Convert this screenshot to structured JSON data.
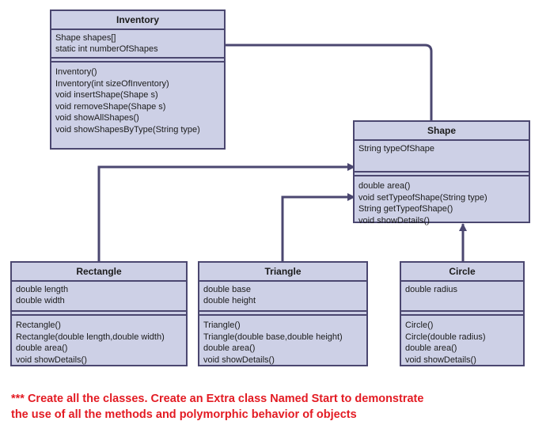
{
  "classes": {
    "inventory": {
      "name": "Inventory",
      "attributes": [
        "Shape shapes[]",
        "static int numberOfShapes"
      ],
      "methods": [
        "Inventory()",
        "Inventory(int sizeOfInventory)",
        "void insertShape(Shape s)",
        "void removeShape(Shape s)",
        "void showAllShapes()",
        "void showShapesByType(String type)"
      ]
    },
    "shape": {
      "name": "Shape",
      "attributes": [
        "String typeOfShape"
      ],
      "methods": [
        "double area()",
        "void setTypeofShape(String type)",
        "String getTypeofShape()",
        "void showDetails()"
      ]
    },
    "rectangle": {
      "name": "Rectangle",
      "attributes": [
        "double length",
        "double width"
      ],
      "methods": [
        "Rectangle()",
        "Rectangle(double length,double width)",
        "double area()",
        "void showDetails()"
      ]
    },
    "triangle": {
      "name": "Triangle",
      "attributes": [
        "double base",
        "double height"
      ],
      "methods": [
        "Triangle()",
        "Triangle(double base,double height)",
        "double area()",
        "void showDetails()"
      ]
    },
    "circle": {
      "name": "Circle",
      "attributes": [
        "double radius"
      ],
      "methods": [
        "Circle()",
        "Circle(double radius)",
        "double area()",
        "void showDetails()"
      ]
    }
  },
  "note": {
    "line1": "*** Create all the classes. Create an Extra class Named Start to demonstrate",
    "line2": "the use of all the methods and polymorphic behavior of objects"
  },
  "colors": {
    "box_fill": "#cdd0e6",
    "box_border": "#4b4770",
    "connector": "#4b4770",
    "note_text": "#e31b23"
  }
}
